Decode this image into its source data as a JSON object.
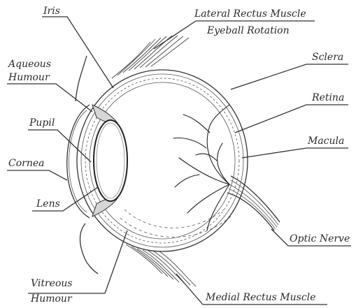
{
  "labels": {
    "iris": "Iris",
    "lateral_rectus_muscle": "Lateral Rectus Muscle",
    "eyeball_rotation": "Eyeball Rotation",
    "aqueous_line1": "Aqueous",
    "aqueous_line2": "Humour",
    "sclera": "Sclera",
    "retina": "Retina",
    "pupil": "Pupil",
    "macula": "Macula",
    "cornea": "Cornea",
    "lens": "Lens",
    "optic_nerve": "Optic  Nerve",
    "vitreous_line1": "Vitreous",
    "vitreous_line2": "Humour",
    "medial_rectus_muscle": "Medial Rectus Muscle"
  },
  "colors": {
    "ink": "#2a2a2a",
    "background": "#ffffff"
  }
}
